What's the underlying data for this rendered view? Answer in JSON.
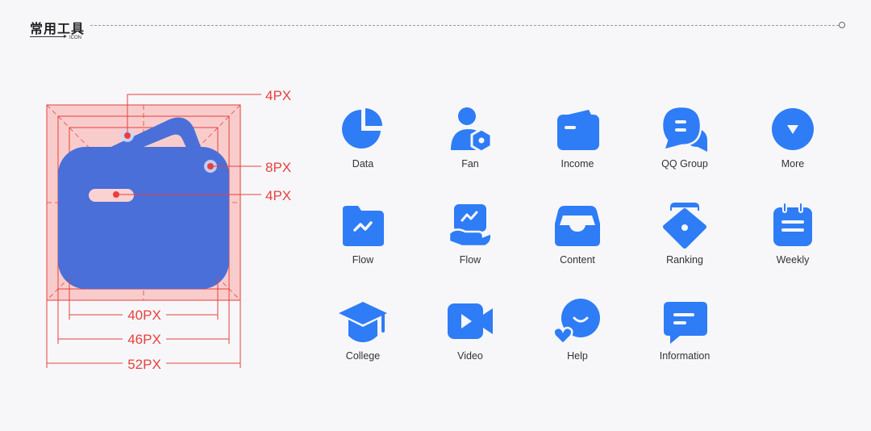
{
  "header": {
    "title": "常用工具",
    "subtitle": "ICON"
  },
  "diagram": {
    "labels": {
      "top_padding": "4PX",
      "corner_radius": "8PX",
      "inner_padding": "4PX",
      "inner_size": "40PX",
      "mid_size": "46PX",
      "outer_size": "52PX"
    }
  },
  "colors": {
    "icon_blue": "#2e7cf6",
    "guide_red": "#e8403d",
    "guide_fill": "#f9c4c4"
  },
  "icons": [
    {
      "label": "Data",
      "icon": "pie-chart-icon"
    },
    {
      "label": "Fan",
      "icon": "user-hex-icon"
    },
    {
      "label": "Income",
      "icon": "wallet-icon"
    },
    {
      "label": "QQ Group",
      "icon": "chat-bubbles-icon"
    },
    {
      "label": "More",
      "icon": "more-circle-icon"
    },
    {
      "label": "Flow",
      "icon": "folder-chart-icon"
    },
    {
      "label": "Flow",
      "icon": "hand-chart-icon"
    },
    {
      "label": "Content",
      "icon": "inbox-icon"
    },
    {
      "label": "Ranking",
      "icon": "medal-icon"
    },
    {
      "label": "Weekly",
      "icon": "notebook-icon"
    },
    {
      "label": "College",
      "icon": "graduation-cap-icon"
    },
    {
      "label": "Video",
      "icon": "video-camera-icon"
    },
    {
      "label": "Help",
      "icon": "help-heart-icon"
    },
    {
      "label": "Information",
      "icon": "message-icon"
    }
  ]
}
